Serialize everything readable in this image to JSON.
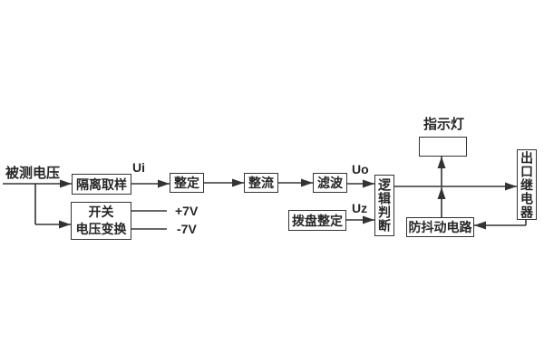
{
  "colors": {
    "line": "#333333",
    "text": "#262626",
    "background": "#ffffff"
  },
  "labels": {
    "input": "被测电压",
    "indicator": "指示灯"
  },
  "signals": {
    "ui": "Ui",
    "uo": "Uo",
    "uz": "Uz",
    "plus_7v": "+7V",
    "minus_7v": "-7V"
  },
  "blocks": {
    "isolation_sampling": "隔离取样",
    "setting": "整定",
    "rectifier": "整流",
    "filter": "滤波",
    "switch_conversion_line1": "开关",
    "switch_conversion_line2": "电压变换",
    "dial_setting": "拨盘整定",
    "logic_judgment": "逻辑判断",
    "anti_jitter": "防抖动电路",
    "output_relay": "出口继电器"
  }
}
